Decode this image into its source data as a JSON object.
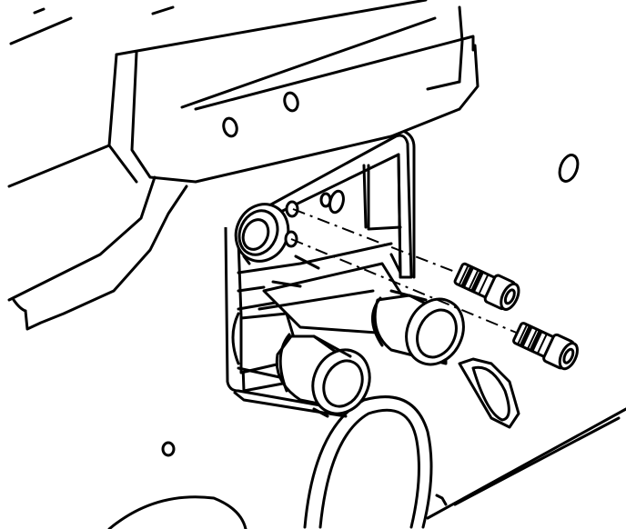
{
  "figure": {
    "kind": "technical line illustration",
    "parts": [
      "panel-body",
      "mounting-plate",
      "upper-fitting",
      "lower-pipe",
      "upper-pipe",
      "bolt-upper",
      "bolt-lower"
    ],
    "colors": {
      "line": "#000000",
      "background": "#ffffff"
    }
  }
}
